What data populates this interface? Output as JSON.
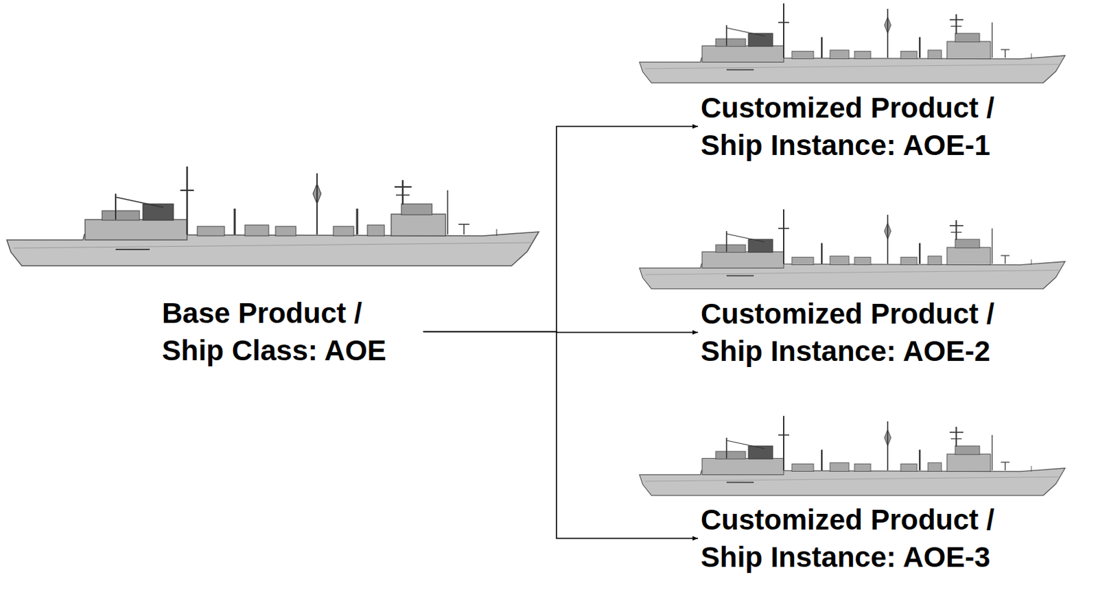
{
  "diagram": {
    "nodes": [
      {
        "text": [
          "Base Product / Ship Class: AOE"
        ]
      },
      {
        "text": [
          "Customized Product / Ship Instance: AOE-1"
        ]
      },
      {
        "text": [
          "Customized Product / Ship Instance: AOE-2"
        ]
      },
      {
        "text": [
          "Customized Product / Ship Instance: AOE-3"
        ]
      }
    ],
    "edges": [
      {
        "from": 0,
        "to": 1,
        "arrow": "to"
      },
      {
        "from": 0,
        "to": 2,
        "arrow": "to"
      },
      {
        "from": 0,
        "to": 3,
        "arrow": "to"
      }
    ]
  }
}
